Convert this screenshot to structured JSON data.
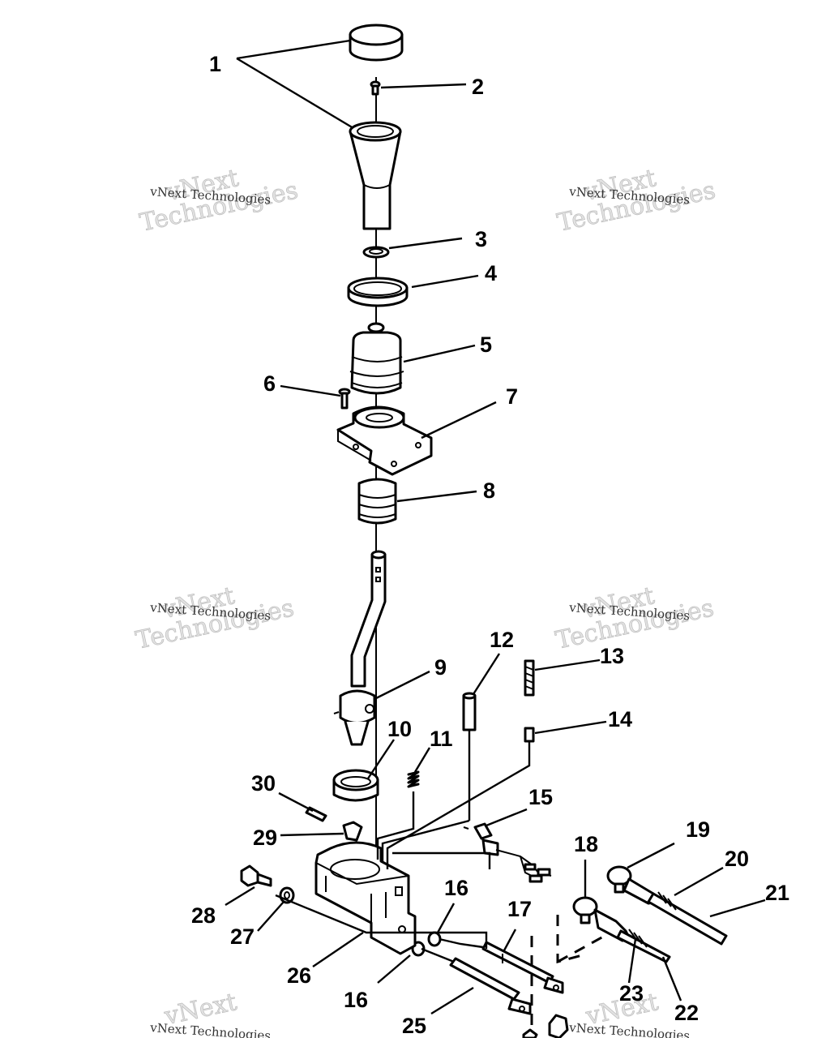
{
  "watermark": {
    "line1": "vNext",
    "line2": "Technologies",
    "caption": "vNext Technologies"
  },
  "callouts": [
    "1",
    "2",
    "3",
    "4",
    "5",
    "6",
    "7",
    "8",
    "9",
    "10",
    "11",
    "12",
    "13",
    "14",
    "15",
    "16",
    "16",
    "17",
    "18",
    "19",
    "20",
    "21",
    "22",
    "23",
    "25",
    "26",
    "27",
    "28",
    "29",
    "30"
  ]
}
